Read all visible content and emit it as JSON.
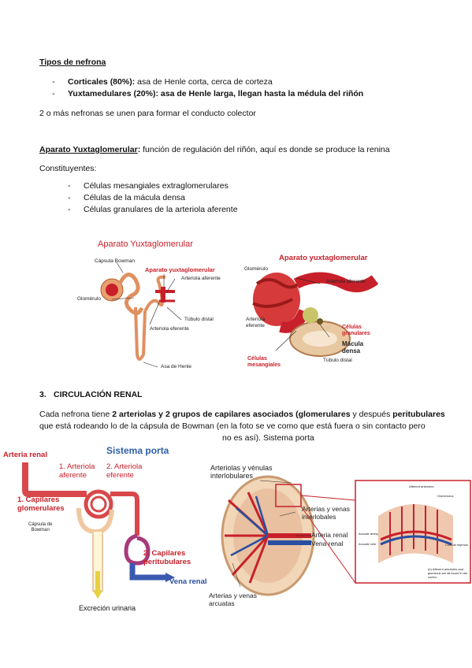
{
  "section1": {
    "title": "Tipos de nefrona",
    "items": [
      {
        "bold": "Corticales (80%):",
        "rest": " asa de Henle corta, cerca de corteza"
      },
      {
        "bold": "Yuxtamedulares (20%):",
        "rest": " asa de Henle larga, llegan hasta la médula del riñón"
      }
    ],
    "note": "2 o más nefronas se unen para formar el conducto colector"
  },
  "section2": {
    "title": "Aparato Yuxtaglomerular",
    "title_suffix": ":",
    "desc": " función de regulación del riñón, aquí es donde se produce la renina",
    "constituents_label": "Constituyentes:",
    "items": [
      "Células mesangiales extraglomerulares",
      "Células de la mácula densa",
      "Células granulares de la arteriola aferente"
    ]
  },
  "figure1": {
    "title": "Aparato Yuxtaglomerular",
    "labels": {
      "capsula": "Cápsula Bowman",
      "aparato": "Aparato yuxtaglomerular",
      "arteriola_aferente": "Arteriola aferente",
      "glomerulo": "Glomérulo",
      "tubulo_distal": "Túbulo distal",
      "arteriola_eferente": "Arteriola eferente",
      "asa": "Asa de Henle"
    }
  },
  "figure2": {
    "title": "Aparato yuxtaglomerular",
    "labels": {
      "glomerulo": "Glomérulo",
      "arteriola_aferente": "Arteriola aferente",
      "arteriola_eferente_1": "Arteriola",
      "arteriola_eferente_2": "eferente",
      "celulas_gran_1": "Células",
      "celulas_gran_2": "granulares",
      "macula_1": "Mácula",
      "macula_2": "densa",
      "celulas_mes_1": "Células",
      "celulas_mes_2": "mesangiales",
      "tubulo_distal": "Túbulo distal"
    }
  },
  "section3": {
    "number": "3.",
    "title": "CIRCULACIÓN RENAL",
    "line1_a": "Cada nefrona tiene ",
    "line1_b": "2 arteriolas y 2 grupos de capilares asociados (",
    "line1_c": "glomerulares",
    "line1_d": " y después ",
    "line1_e": "peritubulares",
    "line2": "que está rodeando lo de la cápsula de Bowman (en la foto se ve como que está fuera o sin contacto pero",
    "line3": "no es así). Sistema porta"
  },
  "figure3": {
    "title": "Sistema porta",
    "arteria_renal": "Arteria renal",
    "arteriola1_1": "1. Arteriola",
    "arteriola1_2": "aferente",
    "arteriola2_1": "2. Arteriola",
    "arteriola2_2": "eferente",
    "capilares1_1": "1. Capilares",
    "capilares1_2": "glomerulares",
    "capsula_1": "Cápsula de",
    "capsula_2": "Bowman",
    "capilares2_1": "2. Capilares",
    "capilares2_2": "peritubulares",
    "vena_renal": "Vena renal",
    "excrecion": "Excreción urinaria"
  },
  "figure4": {
    "arteriolas_1": "Arteriolas y vénulas",
    "arteriolas_2": "interlobulares",
    "arterias_inter_1": "Arterias y venas",
    "arterias_inter_2": "interlobales",
    "arteria_renal": "Arteria renal",
    "vena_renal": "Vena renal",
    "arcuatas_1": "Arterias y venas",
    "arcuatas_2": "arcuatas",
    "inset_afferent": "Afferent arterioles",
    "inset_glomerulus": "Glomerulus",
    "inset_arcuate_artery": "Arcuate artery",
    "inset_arcuate_vein": "Arcuate vein",
    "inset_cortical": "Cortical nephron",
    "inset_caption": "(e) Afferent arterioles and glomeruli are all found in the cortex."
  },
  "colors": {
    "red": "#c8202a",
    "blue": "#2a4fa0",
    "title_blue": "#2f5fa8"
  }
}
